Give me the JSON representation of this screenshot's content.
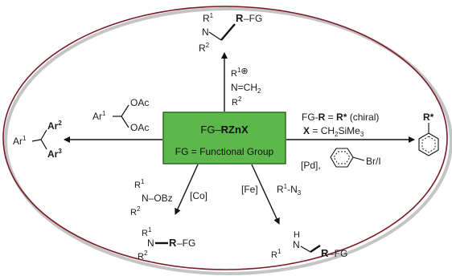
{
  "colors": {
    "ellipse_stroke": "#7a1a22",
    "ellipse_shadow": "#c4c4c4",
    "hub_fill": "#5cb84a",
    "hub_stroke": "#2d6a22",
    "arrow": "#111111"
  },
  "center": {
    "reagent_prefix": "FG–",
    "reagent_bold": "RZnX",
    "definition": "FG = Functional Group"
  },
  "north": {
    "reagent": {
      "r1": "R",
      "sup1": "1",
      "n": "N",
      "eq": "=CH",
      "sub2": "2",
      "r2": "R",
      "sup2": "2",
      "plus": "⊕"
    },
    "product": {
      "r1": "R",
      "sup1": "1",
      "n": "N",
      "r2": "R",
      "sup2": "2",
      "r": "R",
      "fg": "–FG"
    }
  },
  "west": {
    "reagent": {
      "ar": "Ar",
      "sup": "1",
      "oac1": "OAc",
      "oac2": "OAc"
    },
    "product": {
      "ar1": "Ar",
      "sup1": "1",
      "ar2": "Ar",
      "sup2": "2",
      "ar3": "Ar",
      "sup3": "3"
    }
  },
  "east": {
    "cond1_pre": "FG-",
    "cond1_r": "R",
    "cond1_eq": " = ",
    "cond1_rs": "R*",
    "cond1_post": " (chiral)",
    "cond2_x": "X",
    "cond2_eq": " = CH",
    "cond2_sub": "2",
    "cond2_si": "SiMe",
    "cond2_sub3": "3",
    "catalyst": "[Pd],",
    "halide": "Br/I",
    "product_label": "R*"
  },
  "southwest": {
    "reagent": {
      "r1": "R",
      "sup1": "1",
      "n": "N–OBz",
      "r2": "R",
      "sup2": "2"
    },
    "catalyst": "[Co]",
    "product": {
      "r1": "R",
      "sup1": "1",
      "n": "N",
      "r": "R",
      "fg": "–FG",
      "r2": "R",
      "sup2": "2"
    }
  },
  "southeast": {
    "catalyst": "[Fe]",
    "reagent": {
      "r": "R",
      "sup": "1",
      "rest": "-N",
      "sub": "3"
    },
    "product": {
      "h": "H",
      "n": "N",
      "r1": "R",
      "sup1": "1",
      "r": "R",
      "fg": "–FG"
    }
  }
}
